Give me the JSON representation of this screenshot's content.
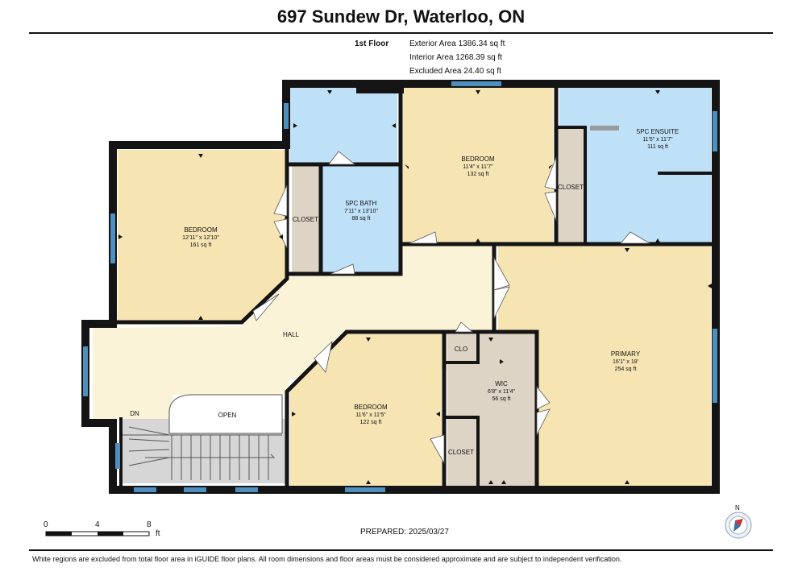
{
  "header": {
    "title": "697 Sundew Dr, Waterloo, ON",
    "floor_label": "1st Floor",
    "exterior_area": "Exterior Area 1386.34 sq ft",
    "interior_area": "Interior Area 1268.39 sq ft",
    "excluded_area": "Excluded Area 24.40 sq ft"
  },
  "rooms": {
    "bedroom_left": {
      "name": "BEDROOM",
      "dims": "12'11\" x 12'10\"",
      "area": "161 sq ft"
    },
    "bedroom_top": {
      "name": "BEDROOM",
      "dims": "11'4\" x 11'7\"",
      "area": "132 sq ft"
    },
    "ensuite": {
      "name": "5PC ENSUITE",
      "dims": "11'5\" x 11'7\"",
      "area": "111 sq ft"
    },
    "bath": {
      "name": "5PC BATH",
      "dims": "7'11\" x 13'10\"",
      "area": "88 sq ft"
    },
    "primary": {
      "name": "PRIMARY",
      "dims": "16'1\" x 18'",
      "area": "254 sq ft"
    },
    "wic": {
      "name": "WIC",
      "dims": "6'8\" x 11'4\"",
      "area": "56 sq ft"
    },
    "bedroom_bottom": {
      "name": "BEDROOM",
      "dims": "11'6\" x 11'5\"",
      "area": "122 sq ft"
    },
    "closet_1": {
      "name": "CLOSET"
    },
    "closet_2": {
      "name": "CLOSET"
    },
    "closet_3": {
      "name": "CLOSET"
    },
    "clo": {
      "name": "CLO"
    },
    "hall": {
      "name": "HALL"
    },
    "open": {
      "name": "OPEN"
    },
    "dn": {
      "name": "DN"
    }
  },
  "scale": {
    "tick_0": "0",
    "tick_4": "4",
    "tick_8": "8",
    "unit": "ft"
  },
  "compass": {
    "label": "N"
  },
  "prepared": "PREPARED: 2025/03/27",
  "footer_note": "White regions are excluded from total floor area in iGUIDE floor plans. All room dimensions and floor areas must be considered approximate and are subject to independent verification.",
  "colors": {
    "wall": "#141414",
    "bedroom_fill": "#f6e4b3",
    "bath_fill": "#bfe1f7",
    "hall_fill": "#fbf3d8",
    "closet_fill": "#ded4c5",
    "stair_fill": "#d4d4d4",
    "window": "#4f8fc0"
  }
}
